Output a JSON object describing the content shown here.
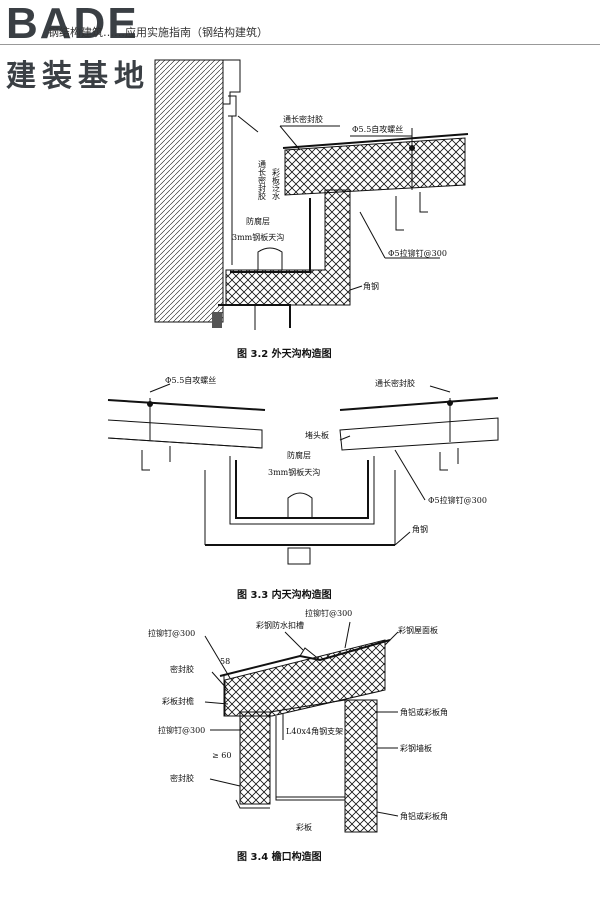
{
  "header": {
    "logo_text": "BADE",
    "brand_subtitle": "建装基地",
    "running_head": "钢结构建筑……应用实施指南（钢结构建筑）"
  },
  "figures": [
    {
      "caption": "图 3.2  外天沟构造图",
      "labels": {
        "sealant_long": "通长密封胶",
        "screw": "Φ5.5自攻螺丝",
        "sealant_vertical": "通长密封胶",
        "flashing_vertical": "彩板泛水",
        "anticorrosion": "防腐层",
        "gutter": "3mm钢板天沟",
        "rivet": "Φ5拉铆钉@300",
        "angle": "角钢"
      }
    },
    {
      "caption": "图 3.3  内天沟构造图",
      "labels": {
        "screw": "Φ5.5自攻螺丝",
        "sealant_long": "通长密封胶",
        "end_plate": "堵头板",
        "anticorrosion": "防腐层",
        "gutter": "3mm钢板天沟",
        "rivet": "Φ5拉铆钉@300",
        "angle": "角钢"
      }
    },
    {
      "caption": "图 3.4  檐口构造图",
      "labels": {
        "waterproof_cap": "彩钢防水扣槽",
        "rivet_top": "拉铆钉@300",
        "rivet_left": "拉铆钉@300",
        "dim_58": "58",
        "roof_panel": "彩钢屋面板",
        "sealant": "密封胶",
        "flashing": "彩板封檐",
        "angle_corner_1": "角铝或彩板角",
        "rivet_mid": "拉铆钉@300",
        "angle_support": "L40x4角钢支架",
        "wall_panel": "彩钢墙板",
        "dim_60": "≥ 60",
        "sealant_low": "密封胶",
        "angle_corner_2": "角铝或彩板角",
        "bottom_panel": "彩板"
      }
    }
  ]
}
